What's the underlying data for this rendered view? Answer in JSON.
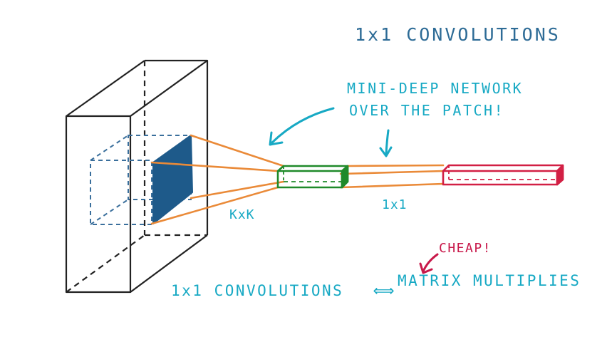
{
  "title": "1x1 CONVOLUTIONS",
  "annotation": {
    "line1": "MINI-DEEP NETWORK",
    "line2": "OVER THE PATCH!"
  },
  "labels": {
    "patch_size": "KxK",
    "unit_size": "1x1",
    "cheap": "CHEAP!"
  },
  "equivalence": {
    "left": "1x1 CONVOLUTIONS",
    "arrow": "⟺",
    "right": "MATRIX MULTIPLIES"
  },
  "colors": {
    "box_outline": "#222222",
    "patch_dashed": "#3a6f9c",
    "patch_fill": "#1e5a8a",
    "projection_lines": "#ea8a38",
    "green_prism": "#1f8a2a",
    "red_prism": "#d21f44",
    "cyan_text": "#17a9c4",
    "title_text": "#2d6b96",
    "cheap_text": "#c8184a"
  }
}
